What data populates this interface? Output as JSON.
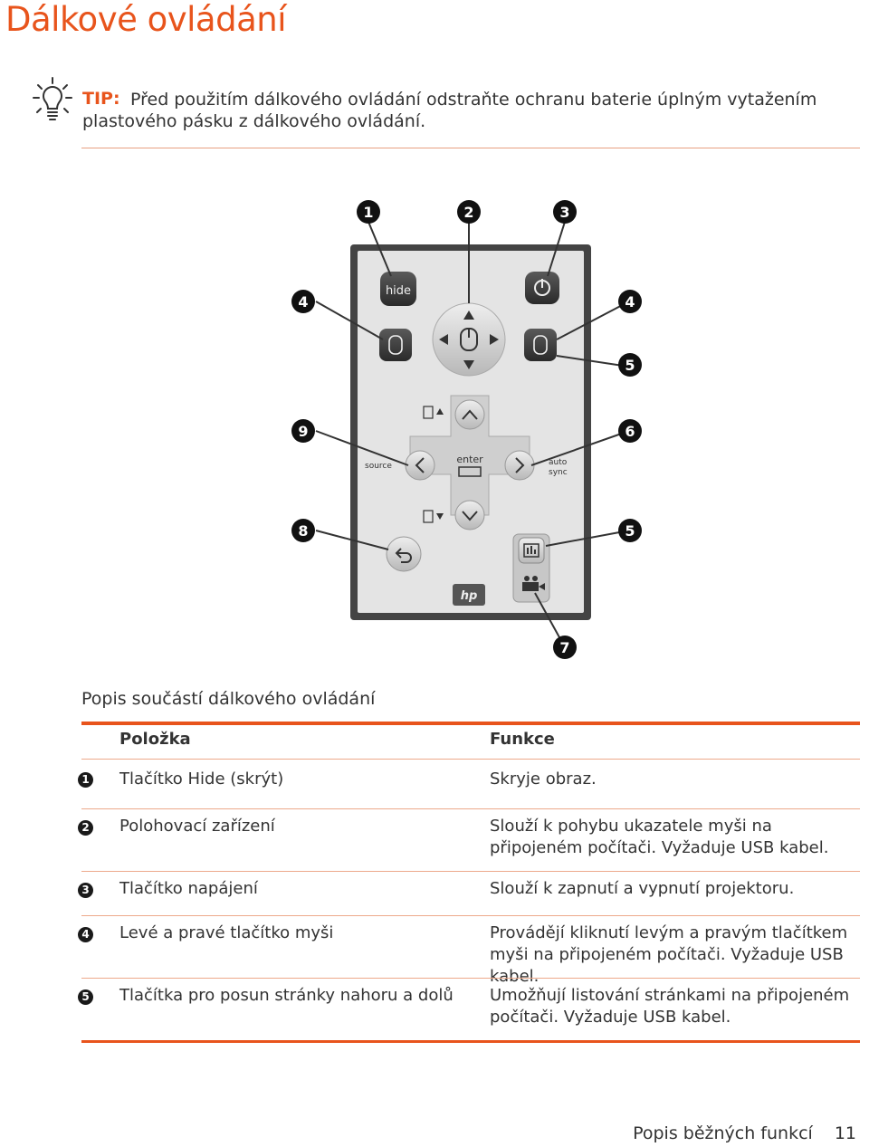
{
  "page": {
    "title": "Dálkové ovládání",
    "tip_label": "TIP:",
    "tip_text": "Před použitím dálkového ovládání odstraňte ochranu baterie úplným vytažením plastového pásku z dálkového ovládání."
  },
  "figure": {
    "callouts": [
      "1",
      "2",
      "3",
      "4",
      "4",
      "5",
      "9",
      "6",
      "8",
      "5",
      "7"
    ],
    "labels": {
      "hide": "hide",
      "enter": "enter",
      "source": "source",
      "auto": "auto",
      "sync": "sync",
      "logo": "hp"
    }
  },
  "table": {
    "caption": "Popis součástí dálkového ovládání",
    "header_item": "Položka",
    "header_function": "Funkce",
    "rows": [
      {
        "num": "1",
        "item": "Tlačítko Hide (skrýt)",
        "function": "Skryje obraz."
      },
      {
        "num": "2",
        "item": "Polohovací zařízení",
        "function": "Slouží k pohybu ukazatele myši na připojeném počítači. Vyžaduje USB kabel."
      },
      {
        "num": "3",
        "item": "Tlačítko napájení",
        "function": "Slouží k zapnutí a vypnutí projektoru."
      },
      {
        "num": "4",
        "item": "Levé a pravé tlačítko myši",
        "function": "Provádějí kliknutí levým a pravým tlačítkem myši na připojeném počítači. Vyžaduje USB kabel."
      },
      {
        "num": "5",
        "item": "Tlačítka pro posun stránky nahoru a dolů",
        "function": "Umožňují listování stránkami na připojeném počítači. Vyžaduje USB kabel."
      }
    ]
  },
  "footer": {
    "section": "Popis běžných funkcí",
    "page_number": "11"
  }
}
